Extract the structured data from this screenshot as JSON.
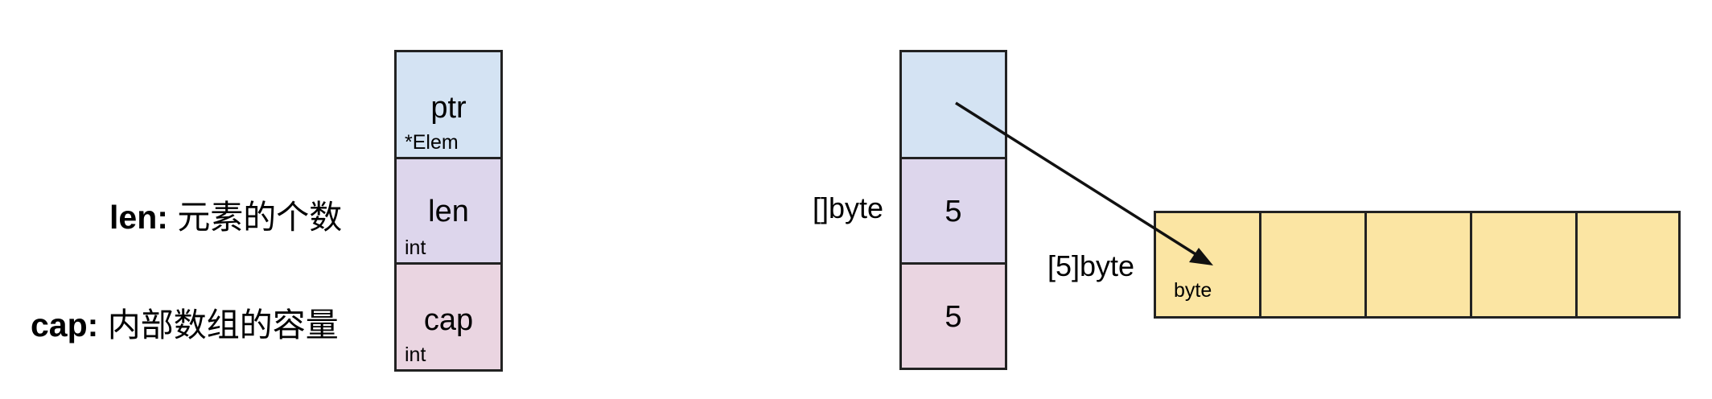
{
  "header": {
    "struct": {
      "fields": [
        {
          "name": "ptr",
          "type": "*Elem"
        },
        {
          "name": "len",
          "type": "int"
        },
        {
          "name": "cap",
          "type": "int"
        }
      ]
    },
    "descriptions": {
      "len": {
        "key": "len:",
        "text": "元素的个数"
      },
      "cap": {
        "key": "cap:",
        "text": "内部数组的容量"
      }
    }
  },
  "slice_example": {
    "label": "[]byte",
    "len_value": "5",
    "cap_value": "5"
  },
  "array_example": {
    "label": "[5]byte",
    "element_type": "byte",
    "element_count": 5
  },
  "colors": {
    "ptr": "#d4e3f3",
    "len": "#ddd6ec",
    "cap": "#ead5e1",
    "array": "#fbe5a3"
  }
}
